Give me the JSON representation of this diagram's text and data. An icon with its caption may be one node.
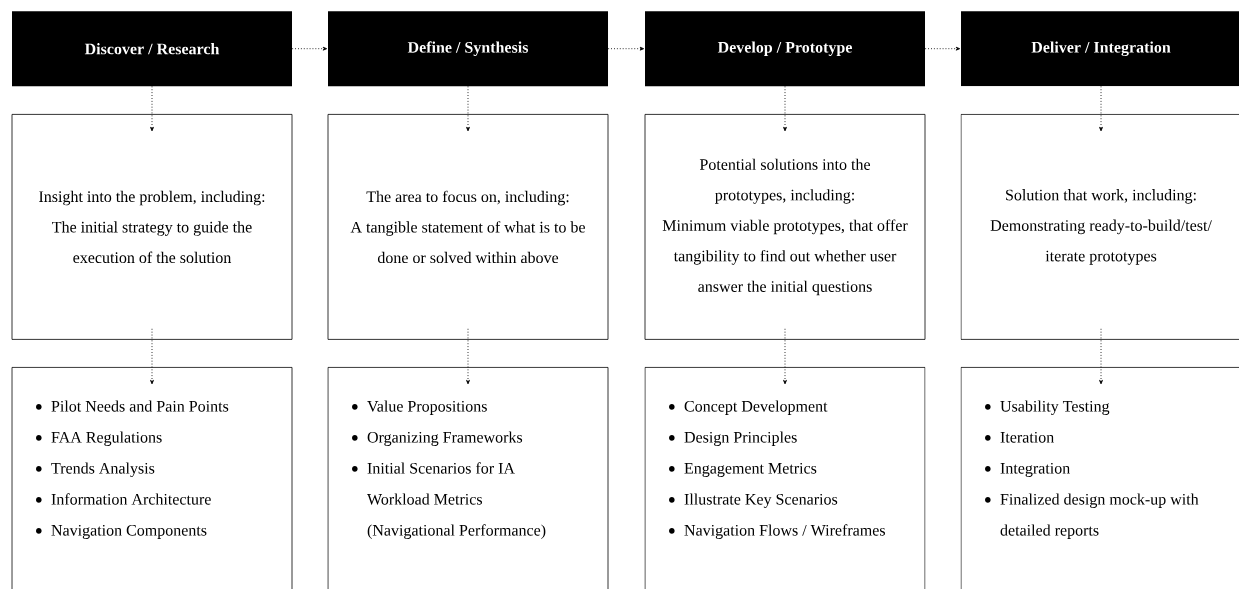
{
  "diagram": {
    "nodes": [
      {
        "text": [
          "Discover / Research"
        ]
      },
      {
        "text": [
          "Define / Synthesis"
        ]
      },
      {
        "text": [
          "Develop / Prototype"
        ]
      },
      {
        "text": [
          "Deliver / Integration"
        ]
      },
      {
        "text": [
          "Insight into the problem, including:",
          "The initial strategy to guide the execution of the solution"
        ]
      },
      {
        "text": [
          "The area to focus on, including:",
          "A tangible statement of what is to be done or solved within above"
        ]
      },
      {
        "text": [
          "Potential solutions into the prototypes, including:",
          "Minimum viable prototypes, that offer tangibility to find out whether user answer the initial questions"
        ]
      },
      {
        "text": [
          "Solution that work, including:",
          "Demonstrating ready-to-build/test/iterate prototypes"
        ]
      },
      {
        "text": [
          "Pilot Needs and Pain Points",
          "FAA Regulations",
          "Trends Analysis",
          "Information Architecture",
          "Navigation Components"
        ]
      },
      {
        "text": [
          "Value Propositions",
          "Organizing Frameworks",
          "Initial Scenarios for IA Workload Metrics (Navigational Performance)"
        ]
      },
      {
        "text": [
          "Concept Development",
          "Design Principles",
          "Engagement Metrics",
          "Illustrate Key Scenarios",
          "Navigation Flows / Wireframes"
        ]
      },
      {
        "text": [
          "Usability Testing",
          "Iteration",
          "Integration",
          "Finalized design mock-up with detailed reports"
        ]
      }
    ],
    "edges": [
      {
        "from": 0,
        "to": 1,
        "arrow": "to"
      },
      {
        "from": 1,
        "to": 2,
        "arrow": "to"
      },
      {
        "from": 2,
        "to": 3,
        "arrow": "to"
      },
      {
        "from": 0,
        "to": 4,
        "arrow": "to"
      },
      {
        "from": 1,
        "to": 5,
        "arrow": "to"
      },
      {
        "from": 2,
        "to": 6,
        "arrow": "to"
      },
      {
        "from": 3,
        "to": 7,
        "arrow": "to"
      },
      {
        "from": 4,
        "to": 8,
        "arrow": "to"
      },
      {
        "from": 5,
        "to": 9,
        "arrow": "to"
      },
      {
        "from": 6,
        "to": 10,
        "arrow": "to"
      },
      {
        "from": 7,
        "to": 11,
        "arrow": "to"
      }
    ]
  }
}
